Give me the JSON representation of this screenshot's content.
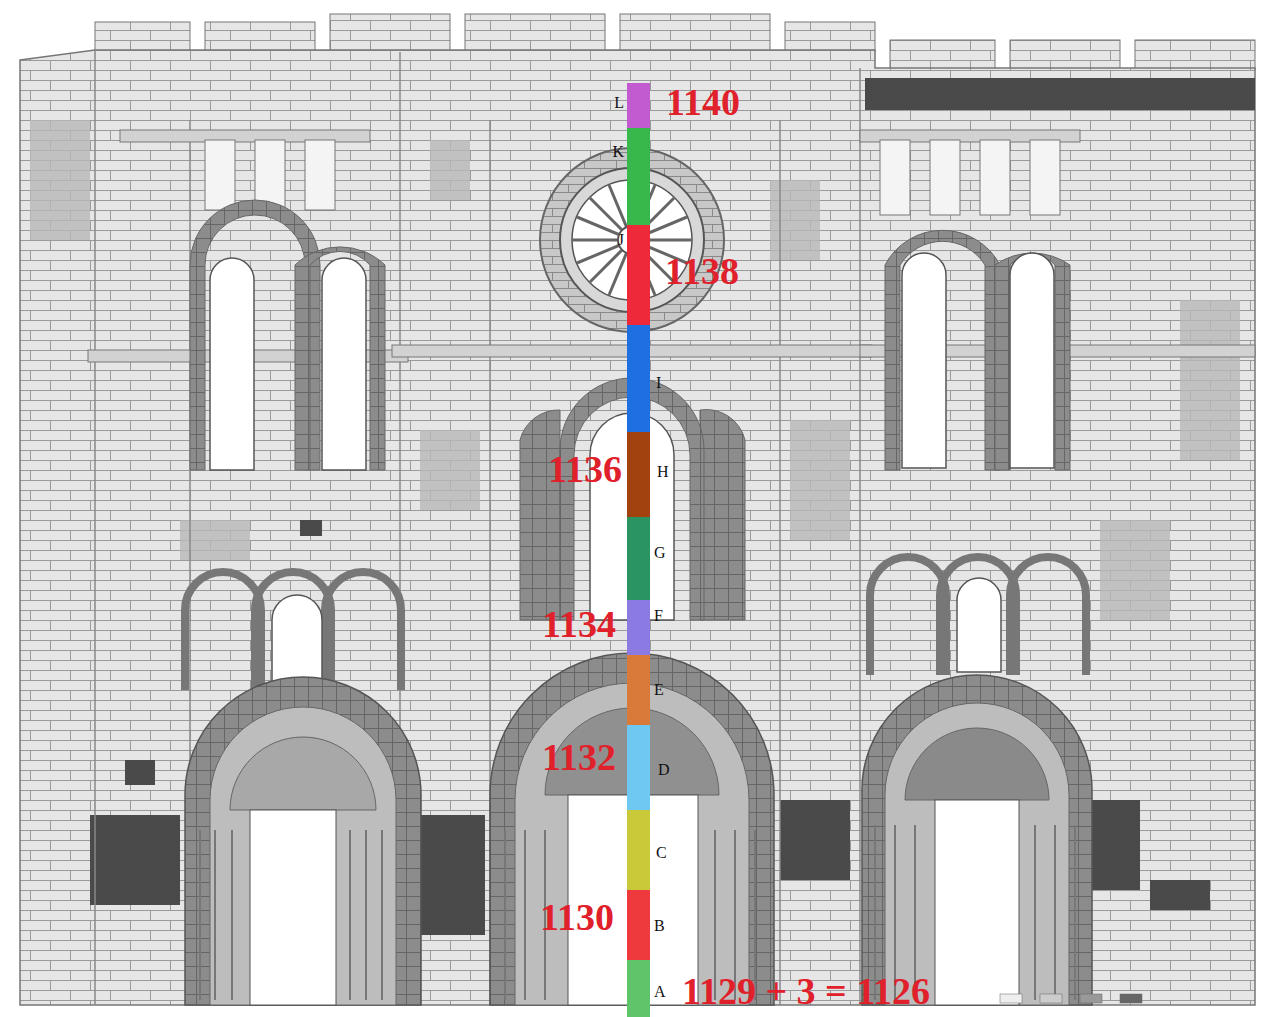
{
  "diagram": {
    "labels": [
      "L",
      "1140",
      "K",
      "J",
      "1138",
      "I",
      "1136",
      "H",
      "G",
      "1134",
      "F",
      "E",
      "1132",
      "D",
      "C",
      "1130",
      "B",
      "A",
      "1129 + 3 = 1126"
    ]
  }
}
